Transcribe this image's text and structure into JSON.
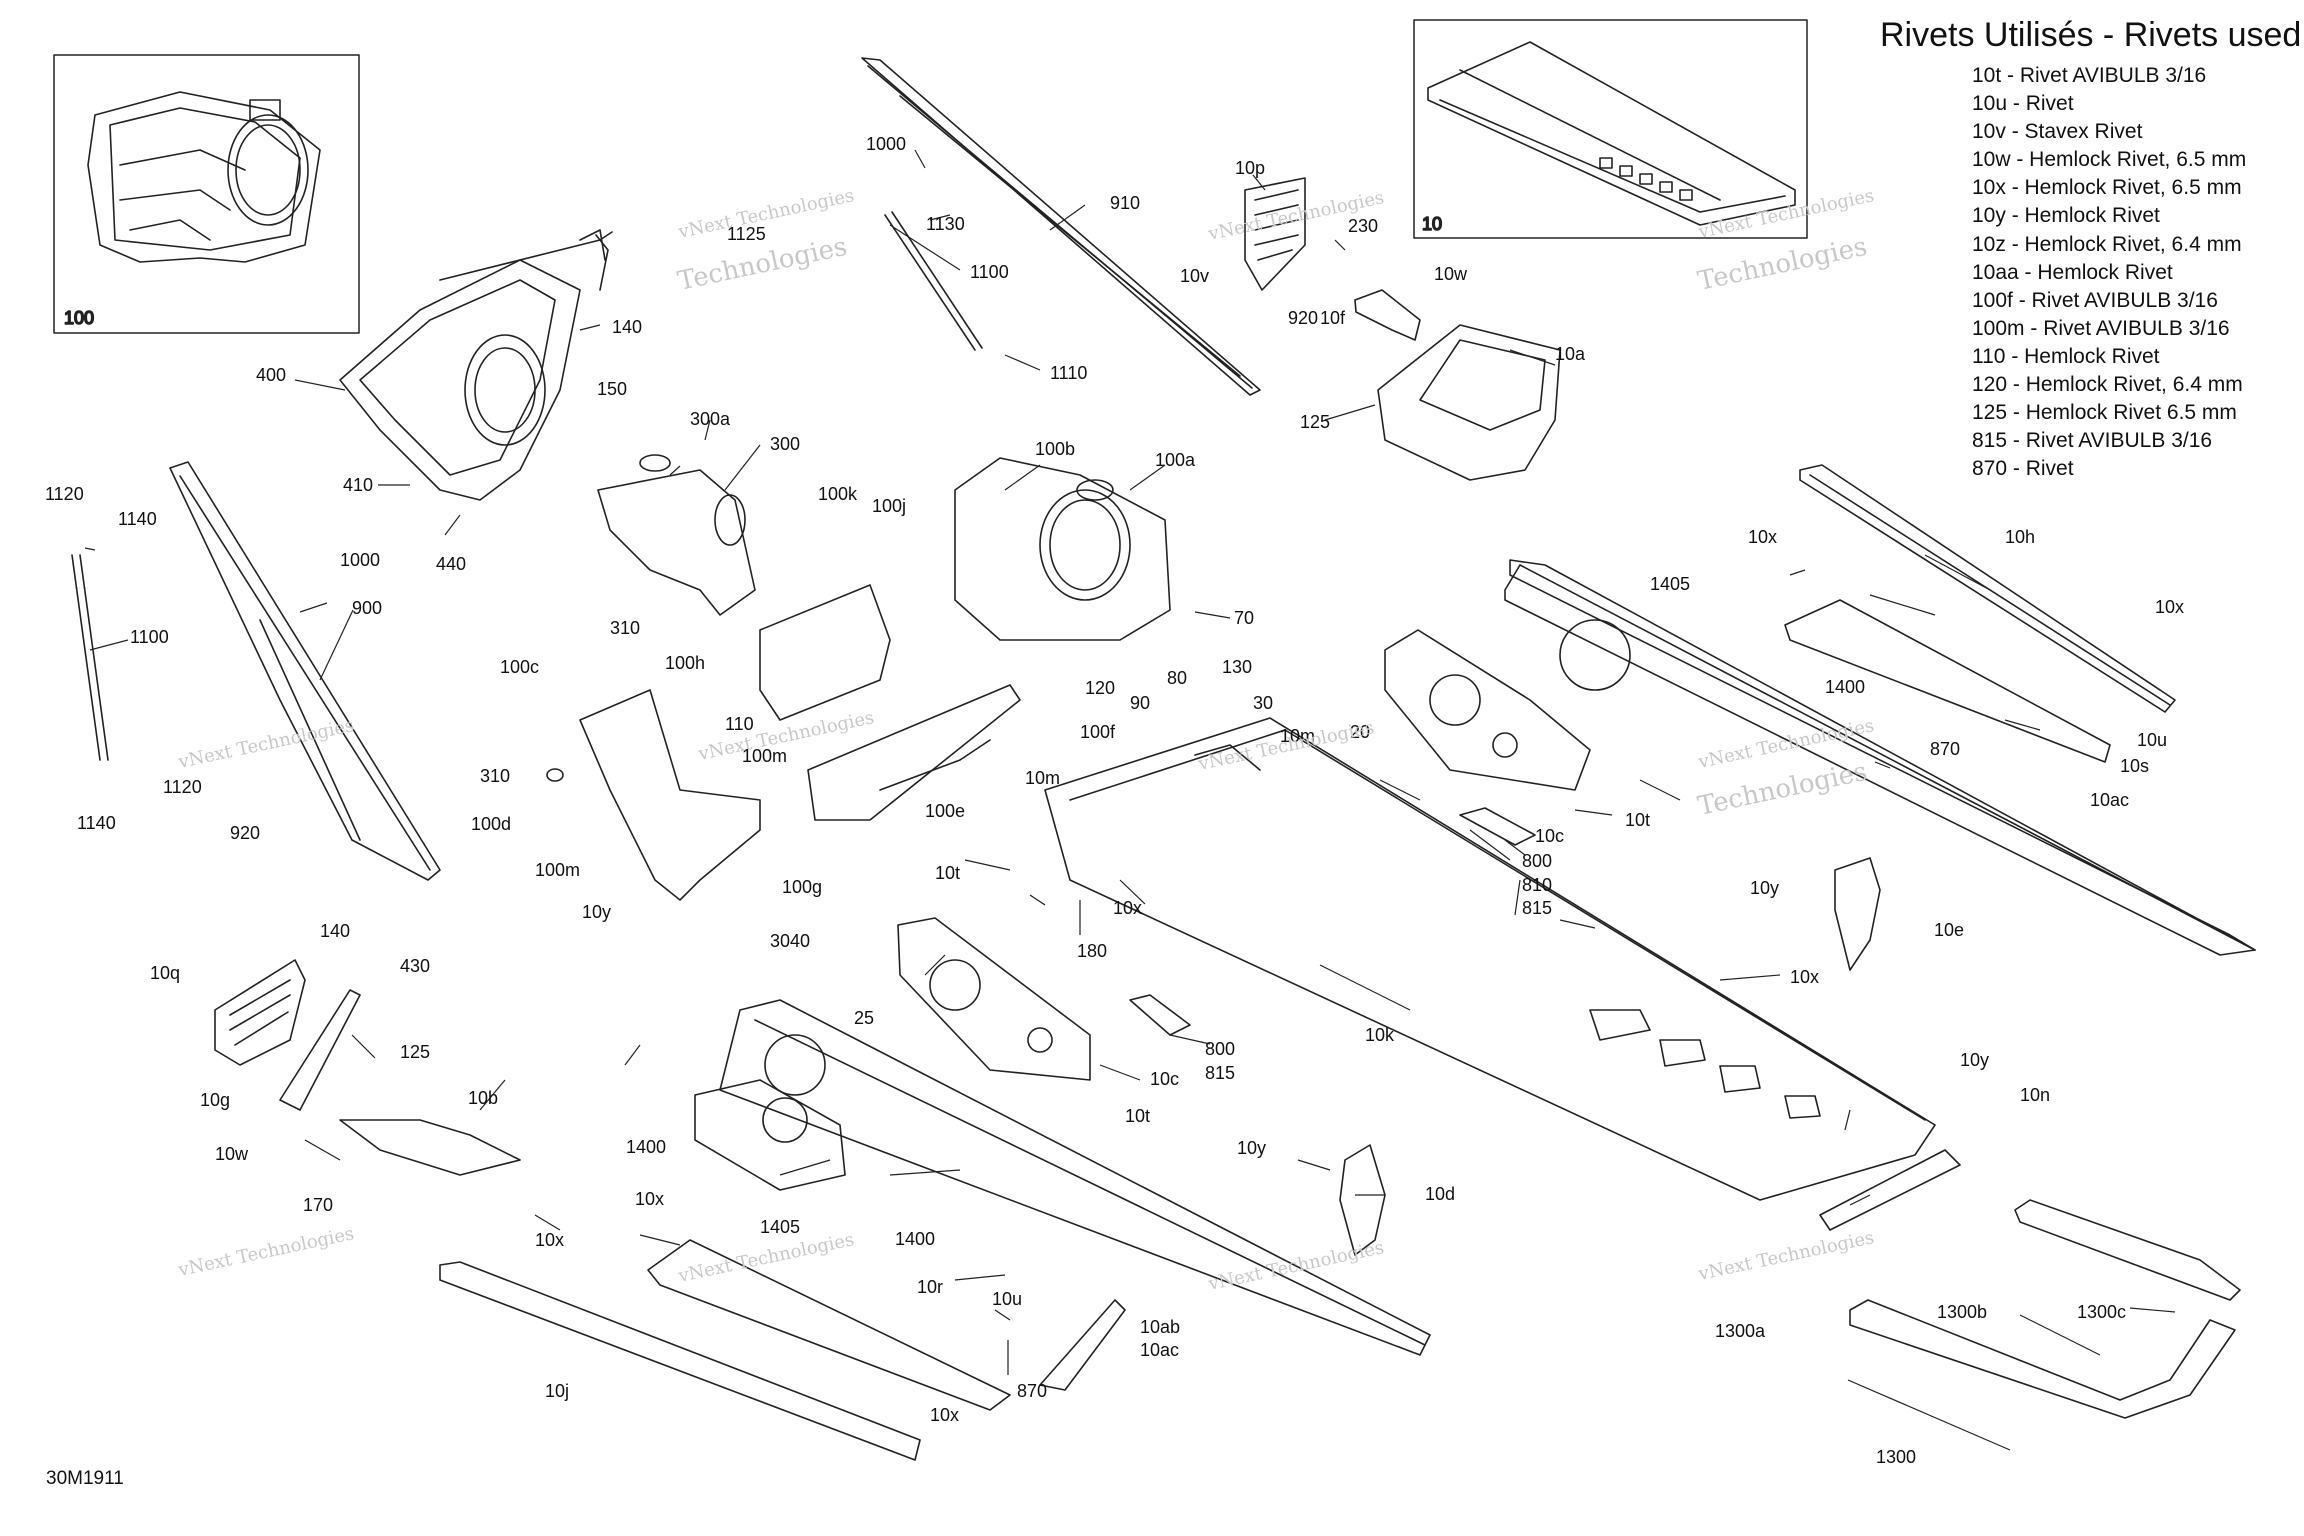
{
  "title": "Rivets Utilisés - Rivets used",
  "legend": [
    "10t - Rivet AVIBULB 3/16",
    "10u - Rivet",
    "10v - Stavex Rivet",
    "10w - Hemlock Rivet, 6.5 mm",
    "10x - Hemlock Rivet, 6.5 mm",
    "10y - Hemlock Rivet",
    "10z - Hemlock Rivet, 6.4 mm",
    "10aa - Hemlock Rivet",
    "100f - Rivet AVIBULB 3/16",
    "100m - Rivet AVIBULB 3/16",
    "110 - Hemlock Rivet",
    "120 - Hemlock Rivet, 6.4 mm",
    "125 - Hemlock Rivet 6.5 mm",
    "815 - Rivet AVIBULB 3/16",
    "870 - Rivet"
  ],
  "doc_code": "30M1911",
  "insets": [
    {
      "id": "inset-100",
      "label": "100"
    },
    {
      "id": "inset-10",
      "label": "10"
    }
  ],
  "callouts": [
    "1000",
    "1125",
    "1130",
    "910",
    "1100",
    "1110",
    "10p",
    "230",
    "10v",
    "10w",
    "920",
    "10f",
    "10a",
    "125",
    "140",
    "150",
    "400",
    "410",
    "440",
    "300a",
    "300",
    "100k",
    "100j",
    "100b",
    "100a",
    "70",
    "130",
    "90",
    "80",
    "30",
    "310",
    "100c",
    "100h",
    "110",
    "100m",
    "120",
    "100f",
    "100e",
    "100d",
    "10y",
    "100g",
    "10m",
    "20",
    "10c",
    "10t",
    "800",
    "810",
    "815",
    "10x",
    "180",
    "1405",
    "1400",
    "10h",
    "10u",
    "10s",
    "870",
    "10ac",
    "10e",
    "10k",
    "10n",
    "1120",
    "1140",
    "900",
    "10q",
    "10g",
    "430",
    "10b",
    "170",
    "3040",
    "25",
    "10d",
    "10r",
    "10ab",
    "10j",
    "1300b",
    "1300c",
    "1300a",
    "1300"
  ],
  "watermarks": [
    "vNext",
    "Technologies",
    "vNext Technologies"
  ]
}
